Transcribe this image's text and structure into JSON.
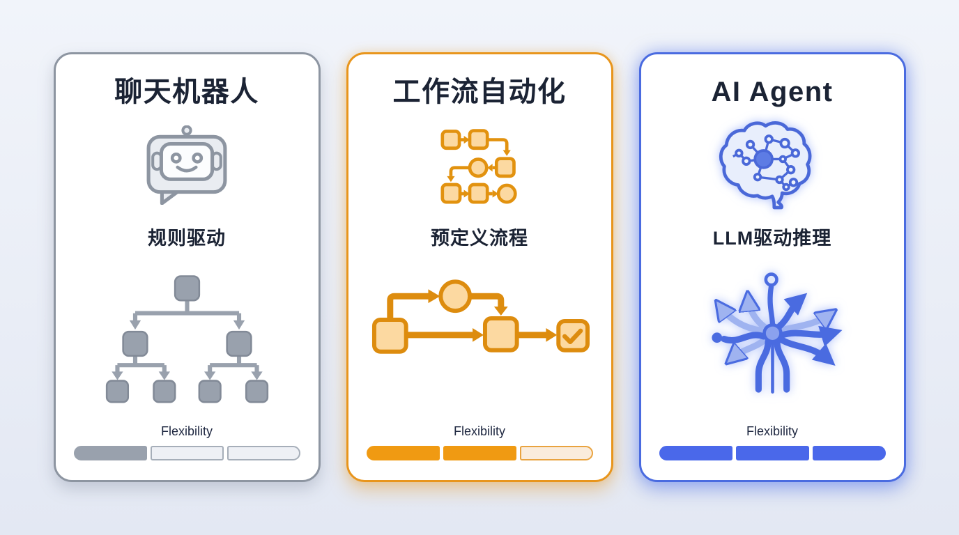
{
  "page": {
    "background_top": "#f1f4fa",
    "background_bottom": "#e3e8f3",
    "text_color": "#1b2334"
  },
  "cards": [
    {
      "title": "聊天机器人",
      "subtitle": "规则驱动",
      "icon": "chat-robot-icon",
      "diagram": "decision-tree-diagram",
      "flexibility": {
        "label": "Flexibility",
        "filled": 1,
        "total": 3
      },
      "colors": {
        "accent": "#8d95a1",
        "node": "#99a1ad",
        "fill": "#99a1ad",
        "empty": "#eef0f5",
        "empty-border": "#a6aeb9"
      }
    },
    {
      "title": "工作流自动化",
      "subtitle": "预定义流程",
      "icon": "workflow-steps-icon",
      "diagram": "linear-flow-diagram",
      "flexibility": {
        "label": "Flexibility",
        "filled": 2,
        "total": 3
      },
      "colors": {
        "accent": "#e8951c",
        "stroke": "#dd8c0e",
        "shape-fill": "#fcd9a1",
        "fill": "#f09a12",
        "empty": "#faecdc",
        "empty-border": "#e9a33f"
      }
    },
    {
      "title": "AI Agent",
      "subtitle": "LLM驱动推理",
      "icon": "brain-network-icon",
      "diagram": "branching-arrows-diagram",
      "flexibility": {
        "label": "Flexibility",
        "filled": 3,
        "total": 3
      },
      "colors": {
        "accent": "#4a6be0",
        "light": "#9fb3f0",
        "fill": "#4a68ea",
        "empty": "#e8edfb",
        "empty-border": "#8fa3ec"
      }
    }
  ]
}
